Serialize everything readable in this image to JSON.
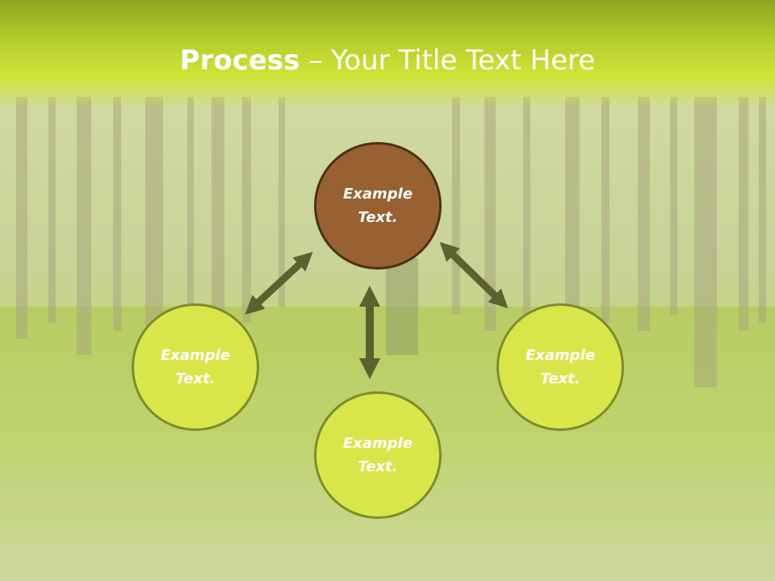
{
  "title": {
    "bold": "Process",
    "dash": " – ",
    "rest": "Your Title Text Here"
  },
  "nodes": {
    "top": "Example Text.",
    "left": "Example Text.",
    "right": "Example Text.",
    "bottom": "Example Text."
  },
  "colors": {
    "header": "#b3cc2a",
    "top_node_fill": "#986132",
    "top_node_border": "#4d3115",
    "node_fill": "#d9e64a",
    "node_border": "#7f8c2b",
    "arrow": "#5b6131"
  }
}
